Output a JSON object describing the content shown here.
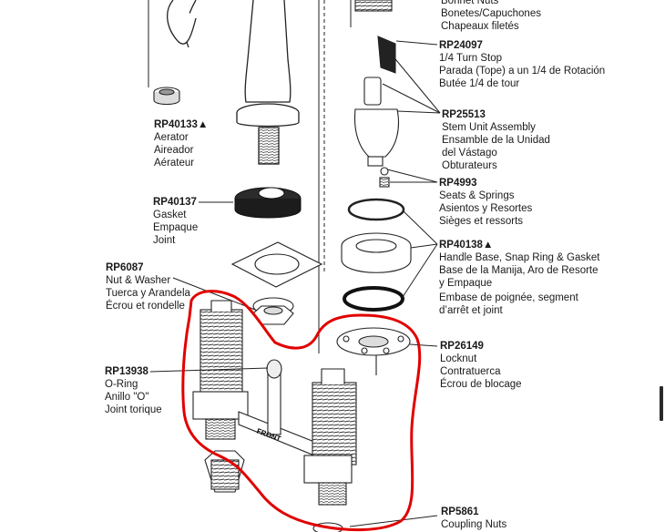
{
  "colors": {
    "line": "#222222",
    "red_outline": "#e10000",
    "dark_fill": "#2b2b2b"
  },
  "parts": {
    "bonnet": {
      "lines": [
        "Bonnet Nuts",
        "Bonetes/Capuchones",
        "Chapeaux filetés"
      ]
    },
    "rp24097": {
      "pn": "RP24097",
      "lines": [
        "1/4 Turn Stop",
        "Parada (Tope) a un 1/4 de Rotación",
        "Butée 1/4 de tour"
      ]
    },
    "rp25513": {
      "pn": "RP25513",
      "lines": [
        "Stem Unit Assembly",
        "Ensamble de la Unidad",
        "del Vástago",
        "Obturateurs"
      ]
    },
    "rp4993": {
      "pn": "RP4993",
      "lines": [
        "Seats & Springs",
        "Asientos y Resortes",
        "Sièges et ressorts"
      ]
    },
    "rp40138": {
      "pn": "RP40138▲",
      "lines": [
        "Handle Base, Snap Ring & Gasket",
        "Base de la Manija, Aro de Resorte",
        "y Empaque",
        "Embase de poignée, segment",
        "d’arrêt et joint"
      ]
    },
    "rp26149": {
      "pn": "RP26149",
      "lines": [
        "Locknut",
        "Contratuerca",
        "Écrou de blocage"
      ]
    },
    "rp5861": {
      "pn": "RP5861",
      "lines": [
        "Coupling Nuts"
      ]
    },
    "rp40133": {
      "pn": "RP40133▲",
      "lines": [
        "Aerator",
        "Aireador",
        "Aérateur"
      ]
    },
    "rp40137": {
      "pn": "RP40137",
      "lines": [
        "Gasket",
        "Empaque",
        "Joint"
      ]
    },
    "rp6087": {
      "pn": "RP6087",
      "lines": [
        "Nut & Washer",
        "Tuerca y Arandela",
        "Écrou et rondelle"
      ]
    },
    "rp13938": {
      "pn": "RP13938",
      "lines": [
        "O-Ring",
        "Anillo \"O\"",
        "Joint torique"
      ]
    }
  },
  "diagram": {
    "front_label": "FRONT"
  }
}
